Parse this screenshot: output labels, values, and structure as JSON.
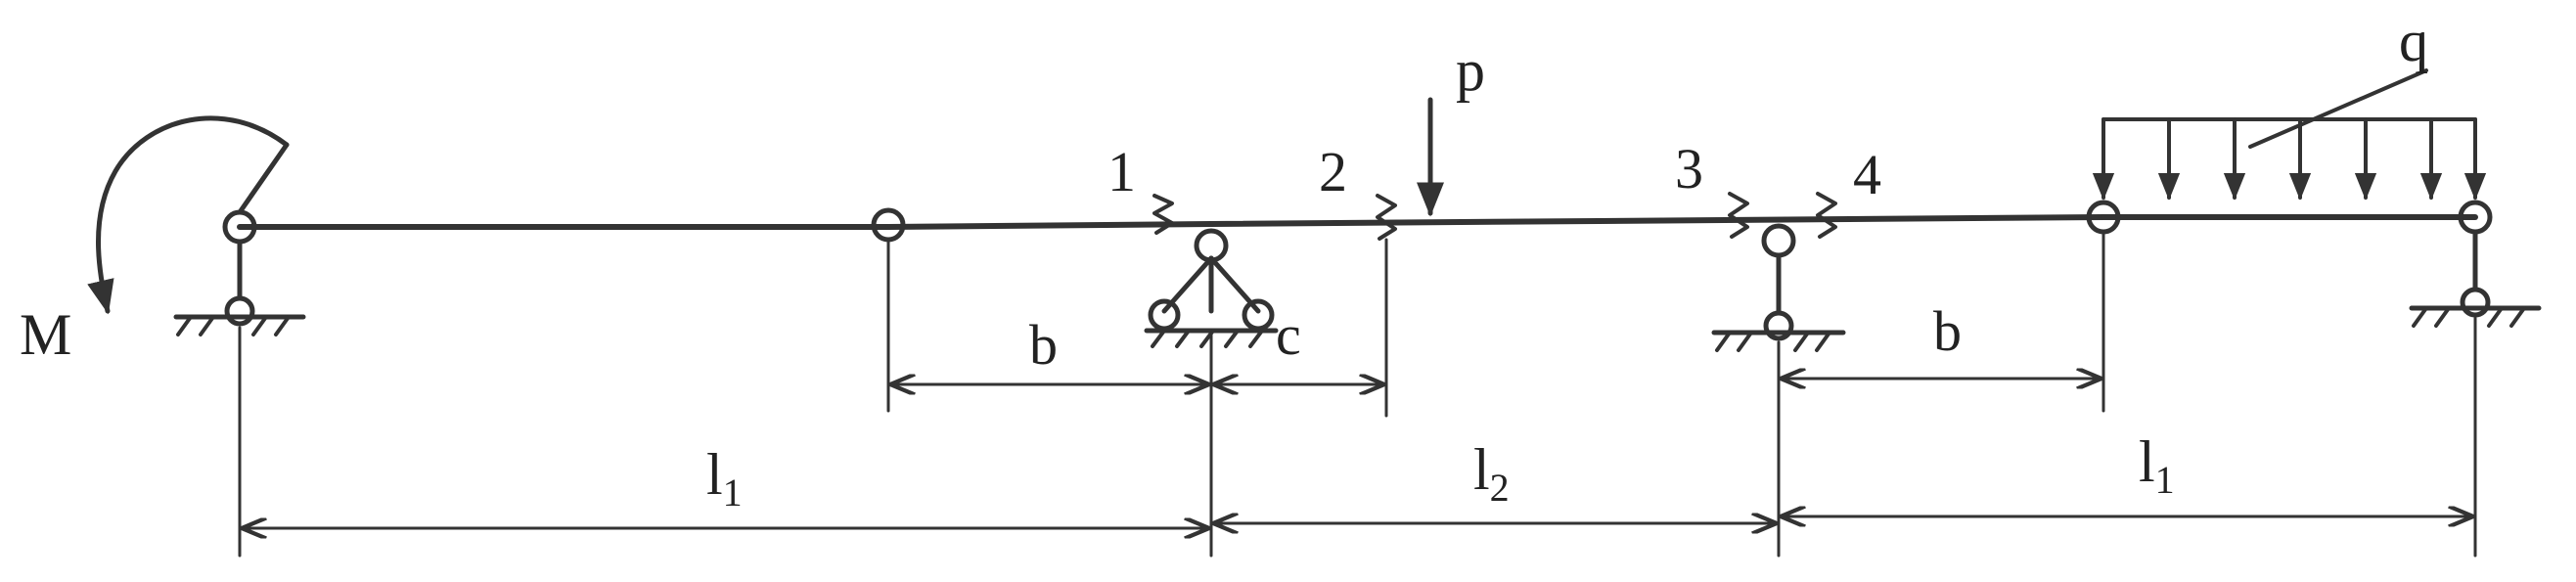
{
  "labels": {
    "moment": "M",
    "load_p": "p",
    "load_q": "q",
    "section_1": "1",
    "section_2": "2",
    "section_3": "3",
    "section_4": "4"
  },
  "dimensions": {
    "b_left": "b",
    "c": "c",
    "b_right": "b",
    "l1_left": {
      "base": "l",
      "sub": "1"
    },
    "l2": {
      "base": "l",
      "sub": "2"
    },
    "l1_right": {
      "base": "l",
      "sub": "1"
    }
  },
  "colors": {
    "ink": "#333333",
    "background": "#ffffff"
  }
}
